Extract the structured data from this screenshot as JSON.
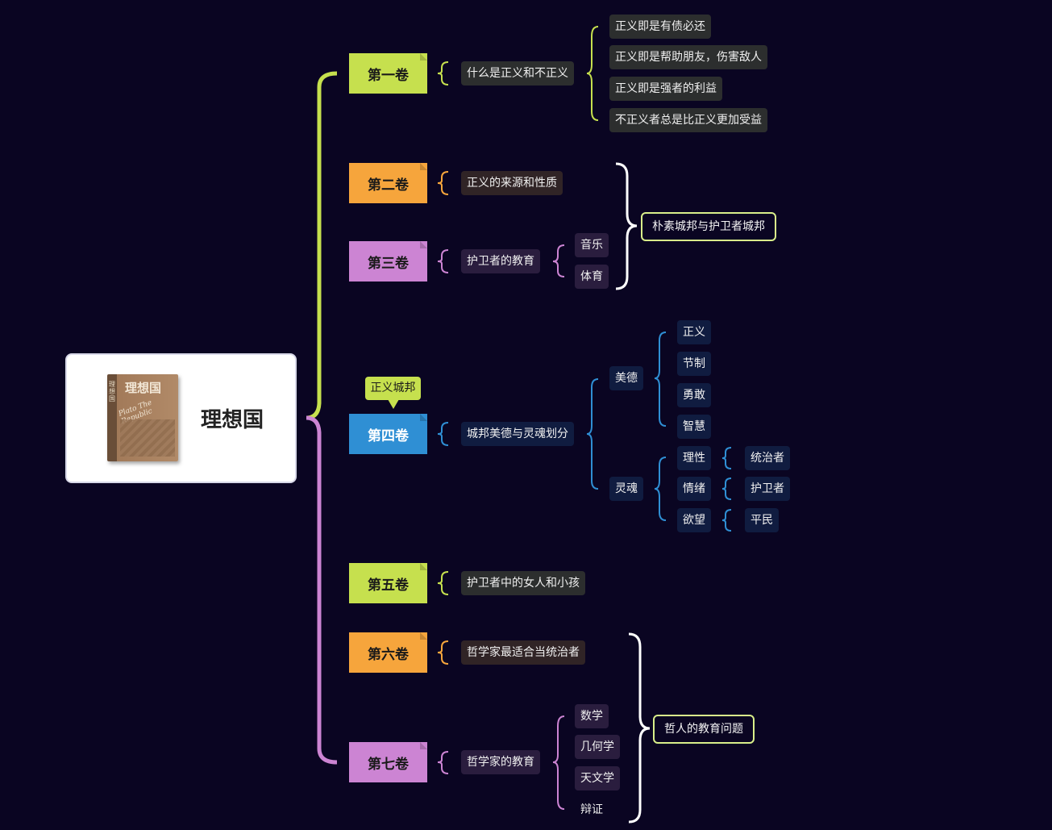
{
  "root": {
    "title": "理想国"
  },
  "book": {
    "title": "理想国",
    "subtitle": "Plato The Republic",
    "spine": "理想国"
  },
  "colors": {
    "background": "#0a0522",
    "green": "#c6e04e",
    "orange": "#f6a53c",
    "purple": "#cc84d3",
    "blue": "#2f8fd4"
  },
  "volumes": [
    {
      "label": "第一卷",
      "topic": "什么是正义和不正义"
    },
    {
      "label": "第二卷",
      "topic": "正义的来源和性质"
    },
    {
      "label": "第三卷",
      "topic": "护卫者的教育"
    },
    {
      "label": "第四卷",
      "topic": "城邦美德与灵魂划分",
      "callout": "正义城邦"
    },
    {
      "label": "第五卷",
      "topic": "护卫者中的女人和小孩"
    },
    {
      "label": "第六卷",
      "topic": "哲学家最适合当统治者"
    },
    {
      "label": "第七卷",
      "topic": "哲学家的教育"
    }
  ],
  "vol1_children": [
    "正义即是有债必还",
    "正义即是帮助朋友，伤害敌人",
    "正义即是强者的利益",
    "不正义者总是比正义更加受益"
  ],
  "vol3_children": [
    "音乐",
    "体育"
  ],
  "summary1": "朴素城邦与护卫者城邦",
  "vol4": {
    "virtue": {
      "label": "美德",
      "children": [
        "正义",
        "节制",
        "勇敢",
        "智慧"
      ]
    },
    "soul": {
      "label": "灵魂",
      "children": [
        {
          "label": "理性",
          "maps_to": "统治者"
        },
        {
          "label": "情绪",
          "maps_to": "护卫者"
        },
        {
          "label": "欲望",
          "maps_to": "平民"
        }
      ]
    }
  },
  "vol7_children": [
    "数学",
    "几何学",
    "天文学",
    "辩证"
  ],
  "summary2": "哲人的教育问题"
}
